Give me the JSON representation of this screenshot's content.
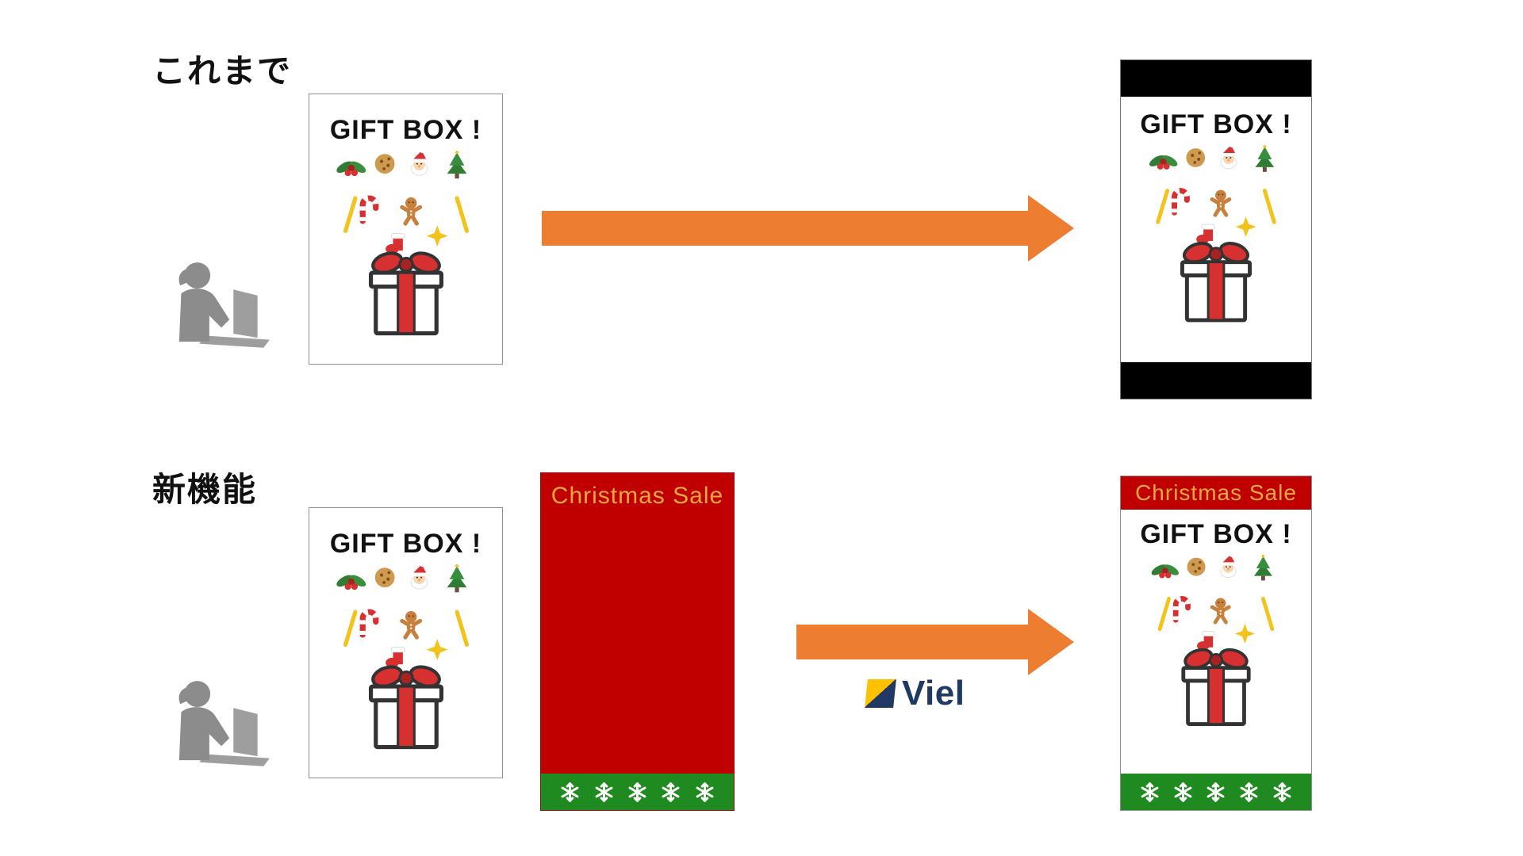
{
  "colors": {
    "arrow_orange": "#ED7D31",
    "card_red": "#C00000",
    "footer_green": "#1F8A1F",
    "gold_text": "#E8A93C",
    "logo_navy": "#1F3864",
    "logo_yellow": "#FFC000",
    "letterbox_black": "#000000",
    "ribbon_red": "#D63030",
    "silhouette_gray": "#8C8C8C"
  },
  "sections": {
    "before": {
      "label": "これまで"
    },
    "after": {
      "label": "新機能"
    }
  },
  "gift_card": {
    "title": "GIFT BOX !"
  },
  "template_card": {
    "title": "Christmas Sale"
  },
  "logo": {
    "text": "Viel"
  },
  "icons": {
    "person": "person-with-laptop-icon",
    "holly": "holly-icon",
    "cookie": "cookie-icon",
    "santa": "santa-icon",
    "tree": "christmas-tree-icon",
    "candy_cane": "candy-cane-icon",
    "gingerbread": "gingerbread-man-icon",
    "stocking": "stocking-icon",
    "star": "sparkle-star-icon",
    "gift_box": "gift-box-icon",
    "snowflake": "snowflake-icon",
    "arrow": "arrow-right-icon"
  }
}
